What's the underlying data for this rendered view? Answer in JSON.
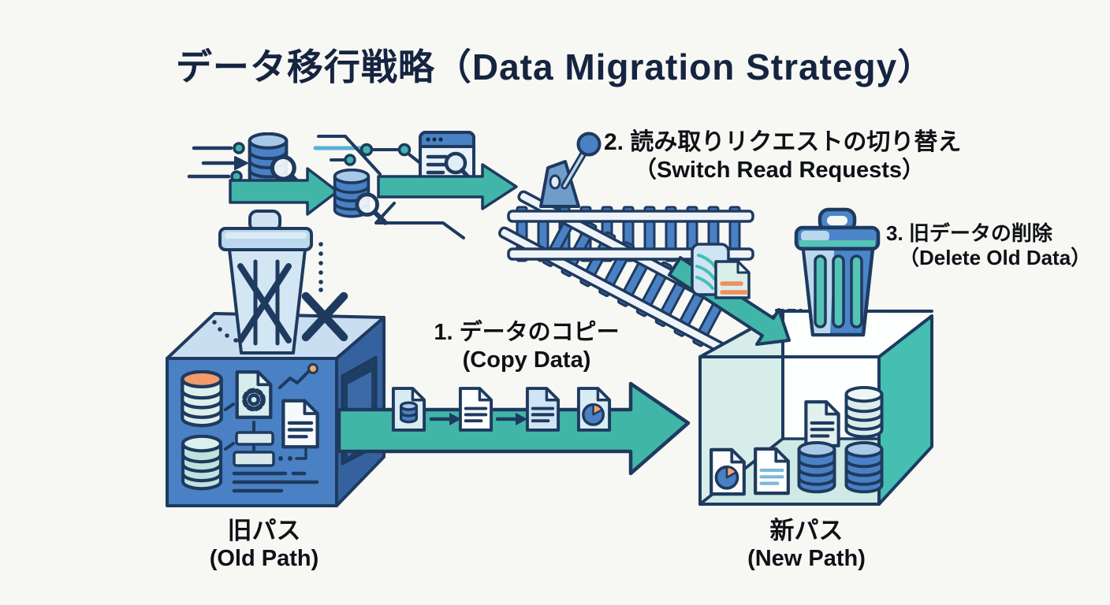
{
  "title": "データ移行戦略（Data Migration Strategy）",
  "steps": [
    {
      "jp": "1. データのコピー",
      "en": "(Copy Data)"
    },
    {
      "jp": "2. 読み取りリクエストの切り替え",
      "en": "（Switch Read Requests）"
    },
    {
      "jp": "3. 旧データの削除",
      "en": "（Delete Old Data）"
    }
  ],
  "nodes": {
    "old_path": {
      "label_jp": "旧パス",
      "label_en": "(Old Path)"
    },
    "new_path": {
      "label_jp": "新パス",
      "label_en": "(New Path)"
    }
  },
  "icons": [
    "speed-lines-icon",
    "database-search-icon",
    "circuit-trace-icon",
    "browser-search-icon",
    "flow-arrow-icon",
    "railway-switch-icon",
    "switch-lever-icon",
    "crossed-trash-can-icon",
    "trash-can-icon",
    "old-path-box-icon",
    "new-path-box-icon",
    "copy-data-arrow-icon",
    "document-icon",
    "database-stack-icon",
    "pie-document-icon",
    "gear-document-icon",
    "growth-chart-icon"
  ],
  "colors": {
    "background": "#f7f7f4",
    "outline": "#1e3a5f",
    "title_text": "#152440",
    "teal_arrow": "#41b6a8",
    "teal_accent": "#56c3b7",
    "blue": "#4a81c4",
    "blue_dark": "#35629f",
    "blue_pale": "#c9def1",
    "mint": "#d6ede9",
    "orange": "#f2a268"
  }
}
